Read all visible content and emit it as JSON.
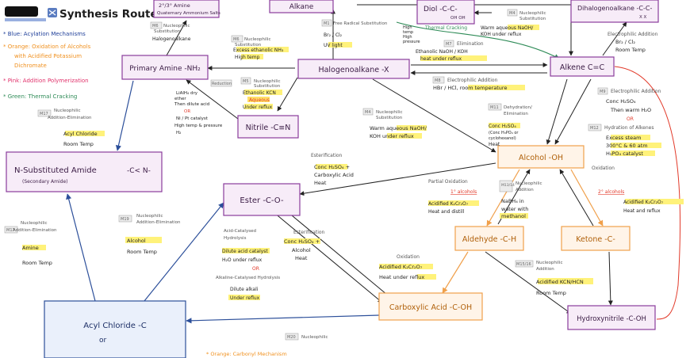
{
  "header": {
    "title": "Synthesis Routes",
    "icon": "shuffle-icon"
  },
  "legend": [
    {
      "text": "* Blue:  Acylation  Mechanisms",
      "color": "#1f3f99"
    },
    {
      "text": "* Orange:  Oxidation  of  Alcohols",
      "color": "#f0901e"
    },
    {
      "text": "with  Acidified  Potassium",
      "color": "#f0901e"
    },
    {
      "text": "Dichromate",
      "color": "#f0901e"
    },
    {
      "text": "* Pink:  Addition  Polymerization",
      "color": "#e0306a"
    },
    {
      "text": "* Green:  Thermal  Cracking",
      "color": "#2e8b57"
    }
  ],
  "bottom_note": "* Orange:  Carbonyl  Mechanism",
  "colors": {
    "purple": "#8a3c9c",
    "purple_fill": "#f7ecf8",
    "blue": "#2c4f9a",
    "orange": "#f0a04b",
    "orange_fill": "#fff4e8",
    "red": "#e23a2a",
    "green": "#2e8b57",
    "highlight": "#fff27a"
  },
  "compounds": {
    "amine_23": "2°/3° Amine",
    "amine_23_sub": "Quaternary  Ammonium  Salts",
    "alkane": "Alkane",
    "diol": "Diol  -C-C-",
    "diol_sub": "OH  OH",
    "dihalo": "Dihalogenoalkane  -C-C-",
    "dihalo_sub": "X  X",
    "primary_amine": "Primary  Amine  -NH₂",
    "halogenoalkane": "Halogenoalkane  -X",
    "alkene": "Alkene  C=C",
    "nitrile": "Nitrile  -C≡N",
    "alcohol": "Alcohol  -OH",
    "n_amide": "N-Substituted  Amide",
    "n_amide_sub": "(Secondary  Amide)",
    "ester": "Ester  -C-O-",
    "aldehyde": "Aldehyde  -C-H",
    "ketone": "Ketone  -C-",
    "hydroxynitrile": "Hydroxynitrile  -C-OH",
    "carboxylic": "Carboxylic  Acid  -C-OH",
    "acyl_chloride": "Acyl  Chloride  -C",
    "acyl_chloride_sub": "or"
  },
  "reactions": {
    "m6_top": {
      "tag": "M6",
      "title": "Nucleophilic",
      "sub": "Substitution",
      "line1": "Halogenoalkane"
    },
    "m6": {
      "tag": "M6",
      "title": "Nucleophilic",
      "sub": "Substitution",
      "c1": "Excess  ethanolic  NH₃",
      "c2": "High  temp"
    },
    "m1": {
      "tag": "M1",
      "title": "Free  Radical  Substitution",
      "c1": "Br₂ / Cl₂",
      "c2": "UV  light"
    },
    "crack_side": [
      "High",
      "temp",
      "High",
      "pressure"
    ],
    "m7": {
      "tag": "M7",
      "title": "Elimination",
      "c1": "Ethanolic  NaOH / KOH",
      "c2": "heat  under  reflux"
    },
    "thermal": "Thermal  Cracking",
    "m4_top": {
      "tag": "M4",
      "title": "Nucleophilic",
      "sub": "Substitution",
      "c1": "Warm  aqueous  NaOH/",
      "c2": "KOH  under  reflux"
    },
    "elec_add_top": {
      "title": "Electrophilic  Addition",
      "c1": "Br₂ / Cl₂",
      "c2": "Room  Temp"
    },
    "reduction": {
      "tag": "Reduction",
      "c1": "LiAlH₄  dry",
      "c2": "ether",
      "c3": "Then  dilute  acid",
      "or": "OR",
      "c4": "Ni / Pt  catalyst",
      "c5": "High  temp  &  pressure",
      "c6": "H₂"
    },
    "m5": {
      "tag": "M5",
      "title": "Nucleophilic",
      "sub": "Substitution",
      "c1": "Ethanolic  KCN",
      "c2": "Aqueous",
      "c3": "Under  reflux"
    },
    "m8": {
      "tag": "M8",
      "title": "Electrophilic  Addition",
      "c1": "HBr / HCl,  room  temperature"
    },
    "m4": {
      "tag": "M4",
      "title": "Nucleophilic",
      "sub": "Substitution",
      "c1": "Warm  aqueous  NaOH/",
      "c2": "KOH  under  reflux"
    },
    "m11": {
      "tag": "M11",
      "title": "Dehydration/",
      "sub": "Elimination",
      "c1": "Conc  H₂SO₄",
      "c2": "(Conc  H₃PO₄  or",
      "c3": "cyclohexanol)",
      "c4": "Heat"
    },
    "m9": {
      "tag": "M9",
      "title": "Electrophilic  Addition",
      "c1": "Conc  H₂SO₄",
      "c2": "Then  warm  H₂O",
      "or": "OR"
    },
    "m12": {
      "tag": "M12",
      "title": "Hydration  of  Alkenes",
      "c1": "Excess  steam",
      "c2": "300°C  &  60  atm",
      "c3": "H₃PO₄  catalyst"
    },
    "m17_top": {
      "tag": "M17",
      "title": "Nucleophilic",
      "sub": "Addition-Elimination",
      "c1": "Acyl  Chloride",
      "c2": "Room  Temp"
    },
    "esterification_top": {
      "title": "Esterification",
      "c1": "Conc  H₂SO₄  +",
      "c2": "Carboxylic  Acid",
      "c3": "Heat"
    },
    "partial_ox": {
      "title": "Partial  Oxidation",
      "c0": "1°  alcohols",
      "c1": "Acidified  K₂Cr₂O₇",
      "c2": "Heat  and  distill"
    },
    "m13": {
      "tag": "M13/14",
      "title": "Nucleophilic",
      "sub": "Addition",
      "c1": "NaBH₄  in",
      "c2": "water  with",
      "c3": "methanol"
    },
    "oxidation_k": {
      "title": "Oxidation",
      "c0": "2°  alcohols",
      "c1": "Acidified  K₂Cr₂O₇",
      "c2": "Heat  and  reflux"
    },
    "m17": {
      "tag": "M17",
      "title": "Nucleophilic",
      "sub": "Addition-Elimination",
      "c1": "Amine",
      "c2": "Room  Temp"
    },
    "m19": {
      "tag": "M19",
      "title": "Nucleophilic",
      "sub": "Addition-Elimination",
      "c1": "Alcohol",
      "c2": "Room  Temp"
    },
    "hydrolysis": {
      "title": "Acid-Catalysed",
      "sub": "Hydrolysis",
      "c1": "Dilute  acid  catalyst",
      "c2": "H₂O  under  reflux",
      "or": "OR",
      "c3": "Alkaline-Catalysed  Hydrolysis",
      "c4": "Dilute  alkali",
      "c5": "Under  reflux"
    },
    "esterification": {
      "title": "Esterification",
      "c1": "Conc  H₂SO₄  +",
      "c2": "Alcohol",
      "c3": "Heat"
    },
    "oxidation_acid": {
      "title": "Oxidation",
      "c1": "Acidified  K₂Cr₂O₇",
      "c2": "Heat  under  reflux"
    },
    "m15": {
      "tag": "M15/16",
      "title": "Nucleophilic",
      "sub": "Addition",
      "c1": "Acidified  KCN/HCN",
      "c2": "Room  Temp"
    },
    "m20": {
      "tag": "M20",
      "title": "Nucleophilic"
    }
  }
}
